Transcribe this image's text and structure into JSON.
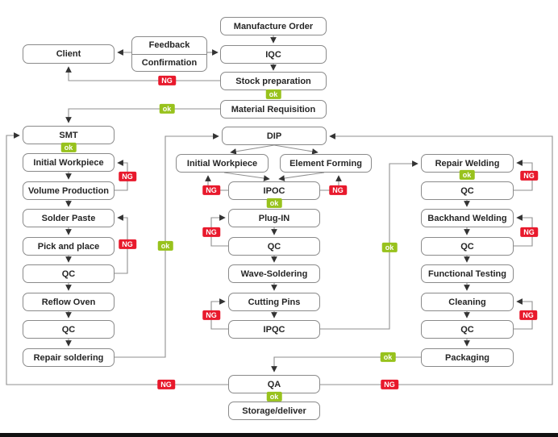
{
  "badges": {
    "ng": "NG",
    "ok": "ok"
  },
  "colors": {
    "ng_red": "#e8192c",
    "ok_green": "#98c21d",
    "line_gray": "#8f8f8f",
    "box_border_gray": "#8a8a8a",
    "text": "#262626",
    "bottom_bar_black": "#111111"
  },
  "nodes": {
    "manufacture_order": "Manufacture Order",
    "iqc": "IQC",
    "stock_preparation": "Stock preparation",
    "material_requisition": "Material Requisition",
    "client": "Client",
    "feedback": "Feedback",
    "confirmation": "Confirmation",
    "smt": "SMT",
    "initial_workpiece_smt": "Initial Workpiece",
    "volume_production": "Volume Production",
    "solder_paste": "Solder Paste",
    "pick_and_place": "Pick and place",
    "qc_smt_1": "QC",
    "reflow_oven": "Reflow Oven",
    "qc_smt_2": "QC",
    "repair_soldering": "Repair soldering",
    "dip": "DIP",
    "initial_workpiece_dip": "Initial Workpiece",
    "element_forming": "Element Forming",
    "ipoc": "IPOC",
    "plug_in": "Plug-IN",
    "qc_dip_1": "QC",
    "wave_soldering": "Wave-Soldering",
    "cutting_pins": "Cutting Pins",
    "ipqc": "IPQC",
    "repair_welding": "Repair Welding",
    "qc_r1": "QC",
    "backhand_welding": "Backhand Welding",
    "qc_r2": "QC",
    "functional_testing": "Functional Testing",
    "cleaning": "Cleaning",
    "qc_r3": "QC",
    "packaging": "Packaging",
    "qa": "QA",
    "storage_deliver": "Storage/deliver"
  },
  "edges": [
    {
      "from": "Manufacture Order",
      "to": "IQC"
    },
    {
      "from": "Feedback/Confirmation",
      "to": "Client"
    },
    {
      "from": "Feedback/Confirmation",
      "to": "IQC"
    },
    {
      "from": "IQC",
      "to": "Stock preparation"
    },
    {
      "from": "Stock preparation",
      "to": "Client",
      "label": "NG"
    },
    {
      "from": "Stock preparation",
      "to": "Material Requisition",
      "label": "ok"
    },
    {
      "from": "Material Requisition",
      "to": "SMT",
      "label": "ok"
    },
    {
      "from": "SMT",
      "to": "Initial Workpiece (SMT)",
      "label": "ok"
    },
    {
      "from": "Initial Workpiece (SMT)",
      "to": "Volume Production"
    },
    {
      "from": "Volume Production",
      "to": "Initial Workpiece (SMT)",
      "label": "NG"
    },
    {
      "from": "Volume Production",
      "to": "Solder Paste"
    },
    {
      "from": "Solder Paste",
      "to": "Pick and place"
    },
    {
      "from": "Pick and place",
      "to": "QC"
    },
    {
      "from": "QC",
      "to": "Solder Paste",
      "label": "NG"
    },
    {
      "from": "QC",
      "to": "Reflow Oven"
    },
    {
      "from": "Reflow Oven",
      "to": "QC"
    },
    {
      "from": "QC",
      "to": "Repair soldering"
    },
    {
      "from": "Repair soldering",
      "to": "DIP",
      "label": "ok"
    },
    {
      "from": "DIP",
      "to": "Initial Workpiece (DIP)"
    },
    {
      "from": "DIP",
      "to": "Element Forming"
    },
    {
      "from": "Initial Workpiece (DIP)",
      "to": "IPOC"
    },
    {
      "from": "Element Forming",
      "to": "IPOC"
    },
    {
      "from": "IPOC",
      "to": "Initial Workpiece (DIP)",
      "label": "NG"
    },
    {
      "from": "IPOC",
      "to": "Element Forming",
      "label": "NG"
    },
    {
      "from": "IPOC",
      "to": "Plug-IN",
      "label": "ok"
    },
    {
      "from": "Plug-IN",
      "to": "QC"
    },
    {
      "from": "QC",
      "to": "Plug-IN",
      "label": "NG"
    },
    {
      "from": "QC",
      "to": "Wave-Soldering"
    },
    {
      "from": "Wave-Soldering",
      "to": "Cutting Pins"
    },
    {
      "from": "Cutting Pins",
      "to": "IPQC"
    },
    {
      "from": "IPQC",
      "to": "Cutting Pins",
      "label": "NG"
    },
    {
      "from": "IPQC",
      "to": "Repair Welding",
      "label": "ok"
    },
    {
      "from": "Repair Welding",
      "to": "QC",
      "label": "ok"
    },
    {
      "from": "QC",
      "to": "Repair Welding",
      "label": "NG"
    },
    {
      "from": "QC",
      "to": "Backhand Welding"
    },
    {
      "from": "Backhand Welding",
      "to": "QC"
    },
    {
      "from": "QC",
      "to": "Backhand Welding",
      "label": "NG"
    },
    {
      "from": "QC",
      "to": "Functional Testing"
    },
    {
      "from": "Functional Testing",
      "to": "Cleaning"
    },
    {
      "from": "Cleaning",
      "to": "QC"
    },
    {
      "from": "QC",
      "to": "Cleaning",
      "label": "NG"
    },
    {
      "from": "QC",
      "to": "Packaging"
    },
    {
      "from": "Packaging",
      "to": "QA",
      "label": "ok"
    },
    {
      "from": "QA",
      "to": "SMT",
      "label": "NG"
    },
    {
      "from": "QA",
      "to": "DIP",
      "label": "NG"
    },
    {
      "from": "QA",
      "to": "Storage/deliver",
      "label": "ok"
    }
  ]
}
